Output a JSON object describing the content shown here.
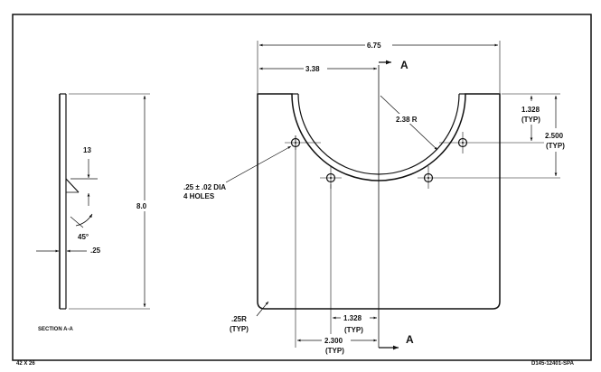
{
  "section_view": {
    "dim_13": "13",
    "dim_height": "8.0",
    "angle": "45°",
    "thickness": ".25",
    "caption": "SECTION A-A"
  },
  "plan_view": {
    "overall_width": "6.75",
    "center_offset": "3.38",
    "section_marker": "A",
    "arc_radius": "2.38 R",
    "hole_rise_value": "1.328",
    "hole_rise_typ": "(TYP)",
    "outer_hole_height_value": "2.500",
    "outer_hole_height_typ": "(TYP)",
    "hole_callout_line1": ".25 ± .02 DIA",
    "hole_callout_line2": "4 HOLES",
    "corner_radius_value": ".25R",
    "corner_radius_typ": "(TYP)",
    "inner_hole_offset_value": "1.328",
    "inner_hole_offset_typ": "(TYP)",
    "outer_hole_offset_value": "2.300",
    "outer_hole_offset_typ": "(TYP)"
  },
  "footer": {
    "left_code": "42 X 26",
    "drawing_number": "D145-12401-SPA"
  }
}
